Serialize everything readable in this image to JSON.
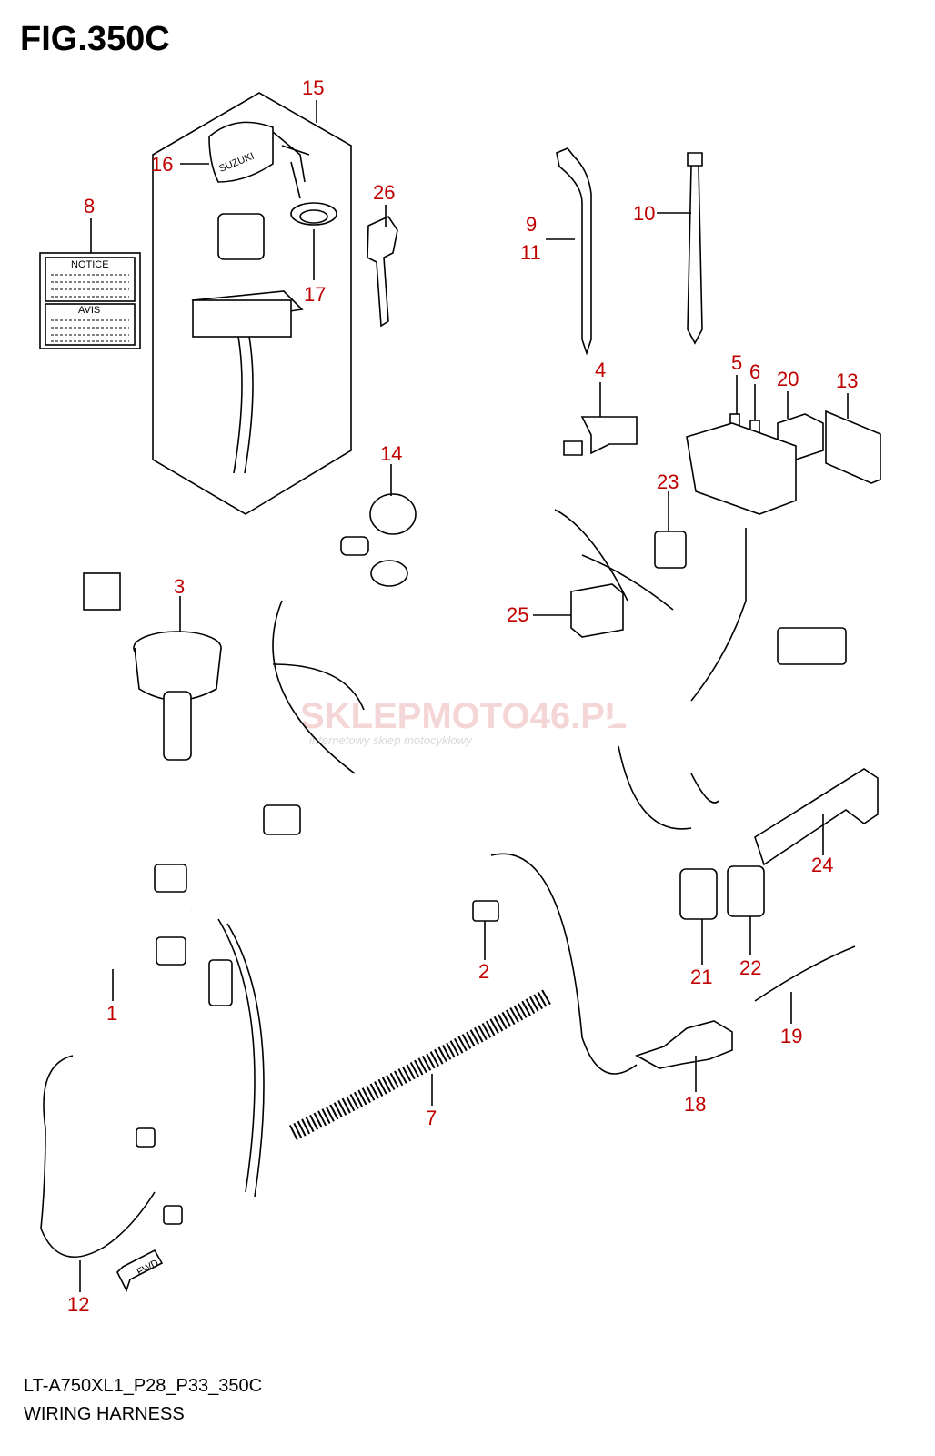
{
  "figure": {
    "title": "FIG.350C",
    "code": "LT-A750XL1_P28_P33_350C",
    "name": "WIRING HARNESS"
  },
  "watermark": {
    "main": "SKLEPMOTO46.PL",
    "sub": "internetowy sklep motocyklowy"
  },
  "notice_label": {
    "top": "NOTICE",
    "bottom": "AVIS"
  },
  "key_brand": "SUZUKI",
  "fwd_label": "FWD",
  "callouts": {
    "c1": "1",
    "c2": "2",
    "c3": "3",
    "c4": "4",
    "c5": "5",
    "c6": "6",
    "c7": "7",
    "c8": "8",
    "c9": "9",
    "c10": "10",
    "c11": "11",
    "c12": "12",
    "c13": "13",
    "c14": "14",
    "c15": "15",
    "c16": "16",
    "c17": "17",
    "c18": "18",
    "c19": "19",
    "c20": "20",
    "c21": "21",
    "c22": "22",
    "c23": "23",
    "c24": "24",
    "c25": "25",
    "c26": "26"
  },
  "colors": {
    "callout": "#c00000",
    "line": "#000000",
    "watermark": "#f2c6c6"
  }
}
